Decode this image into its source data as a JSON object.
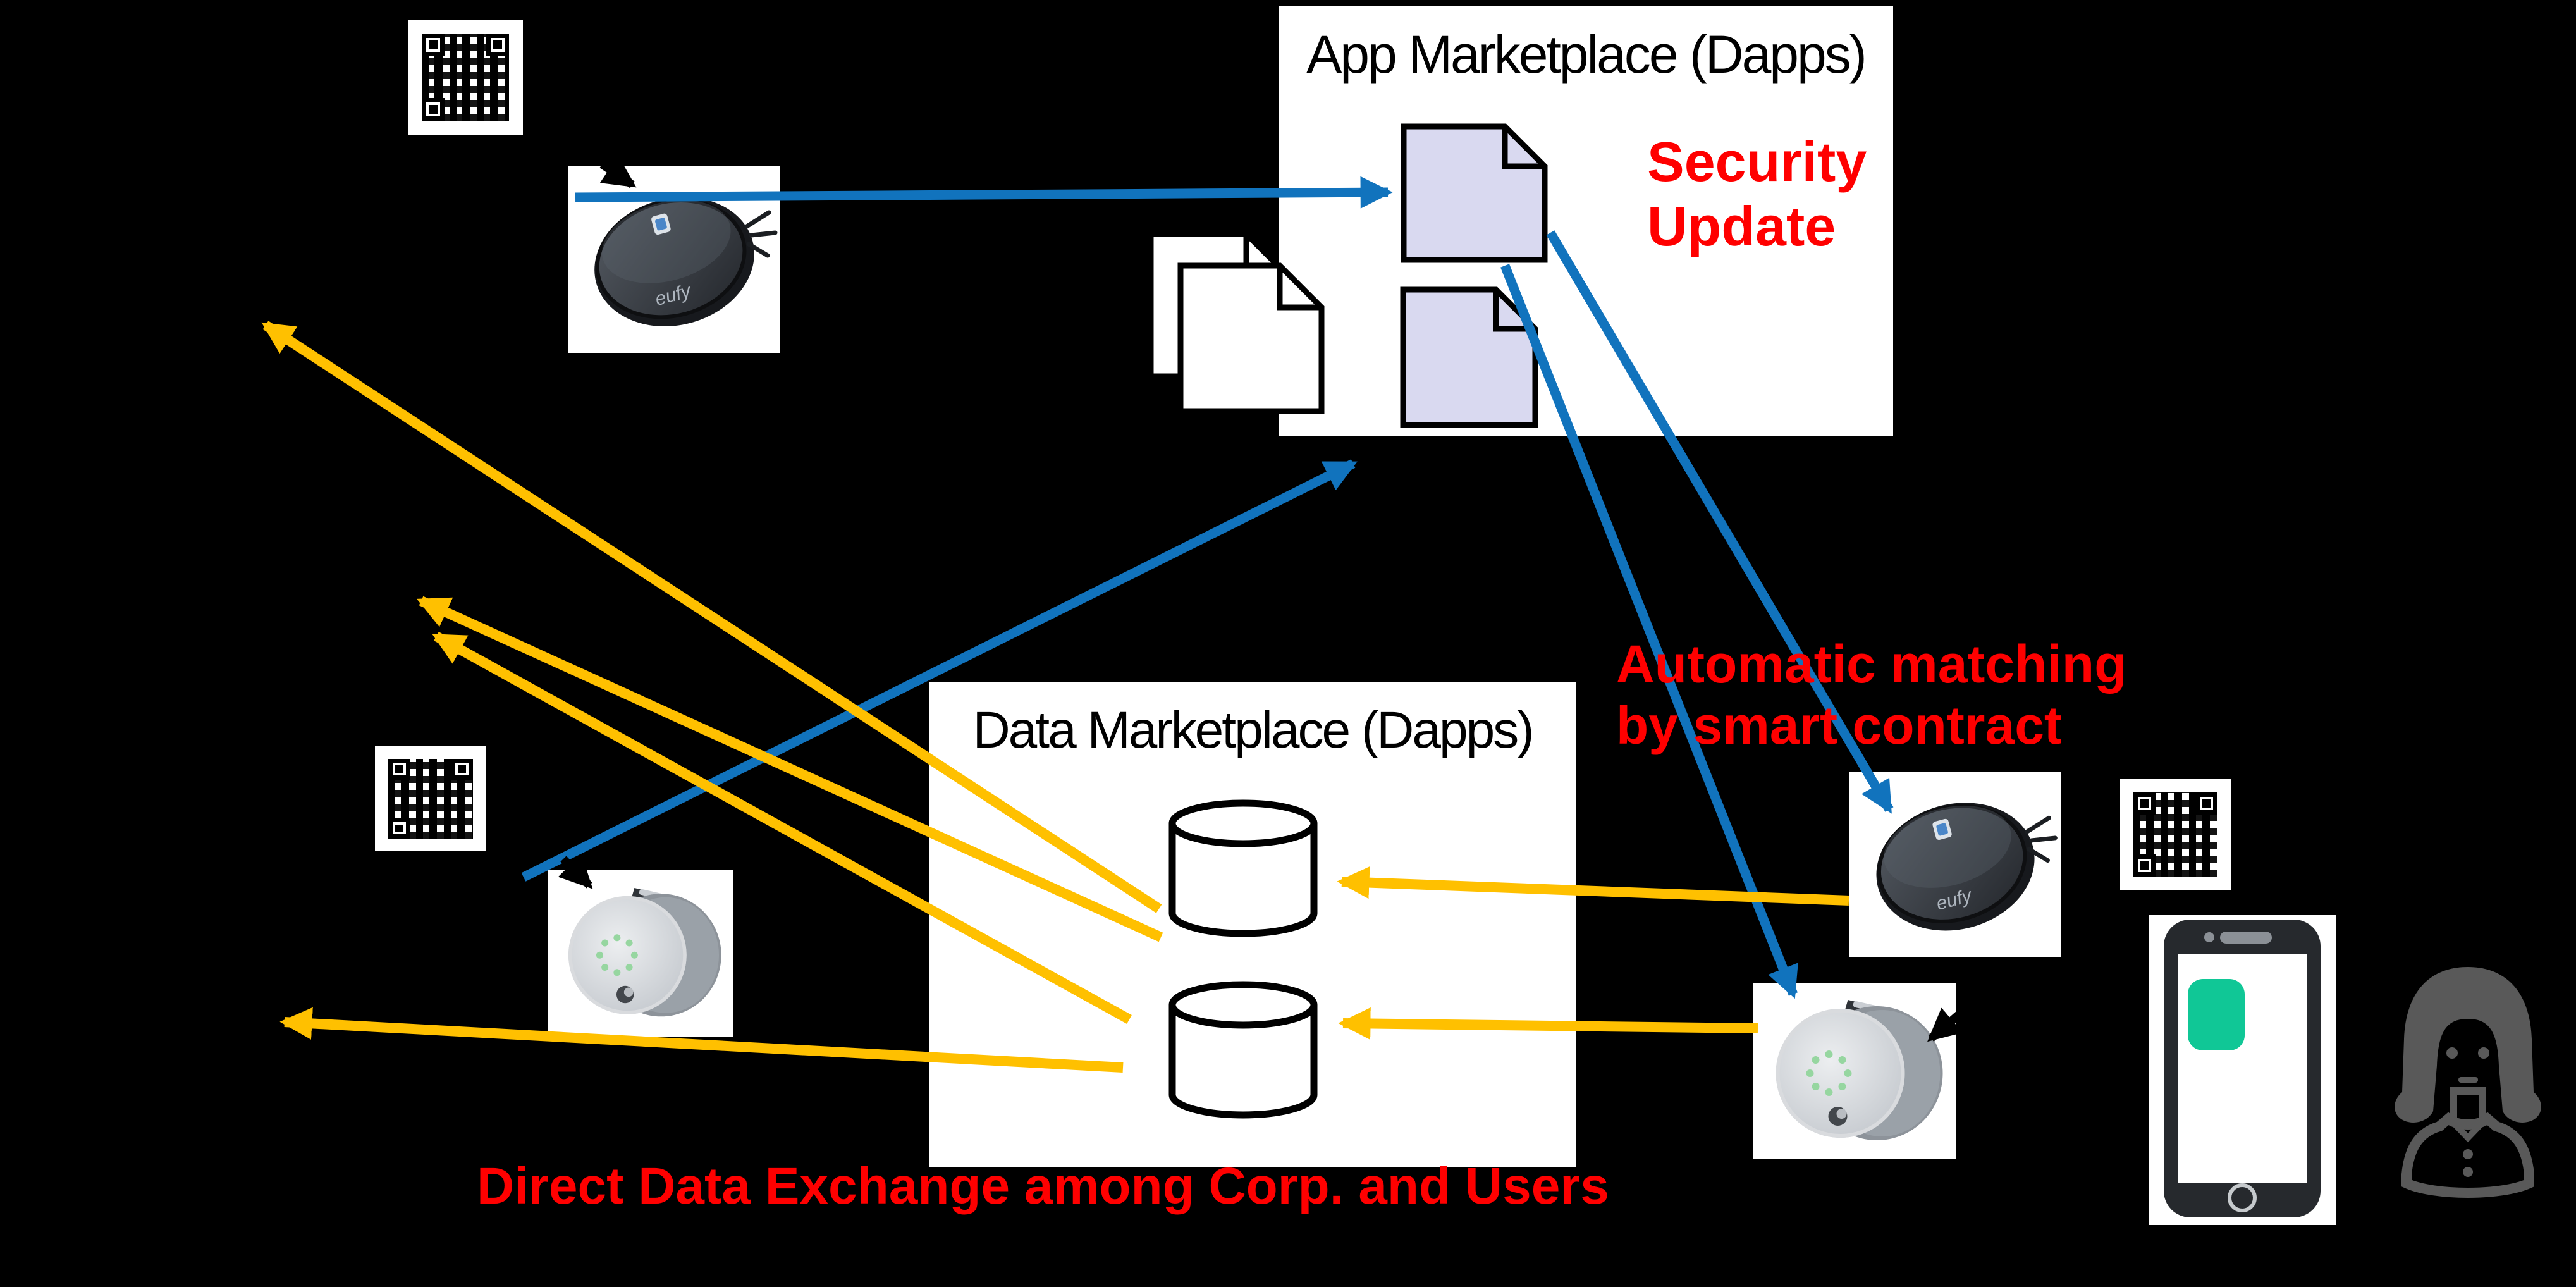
{
  "app": {
    "title": "App Marketplace (Dapps)",
    "note": "Security\nUpdate"
  },
  "data": {
    "title": "Data Marketplace (Dapps)"
  },
  "notes": {
    "matching": "Automatic matching\nby smart contract",
    "bottom": "Direct Data Exchange among Corp. and Users"
  },
  "device": {
    "robot_logo": "eufy"
  },
  "icons": [
    "qr-code-icon",
    "robot-vacuum-image",
    "smart-lock-image",
    "document-icon",
    "database-icon",
    "smartphone-icon",
    "user-icon"
  ],
  "colors": {
    "background": "#000000",
    "accent_blue": "#1173BD",
    "accent_yellow": "#FFC000",
    "accent_red": "#FF0000",
    "document_fill": "#D9D9F0",
    "app_icon_green": "#10C796",
    "person_gray": "#595959"
  }
}
